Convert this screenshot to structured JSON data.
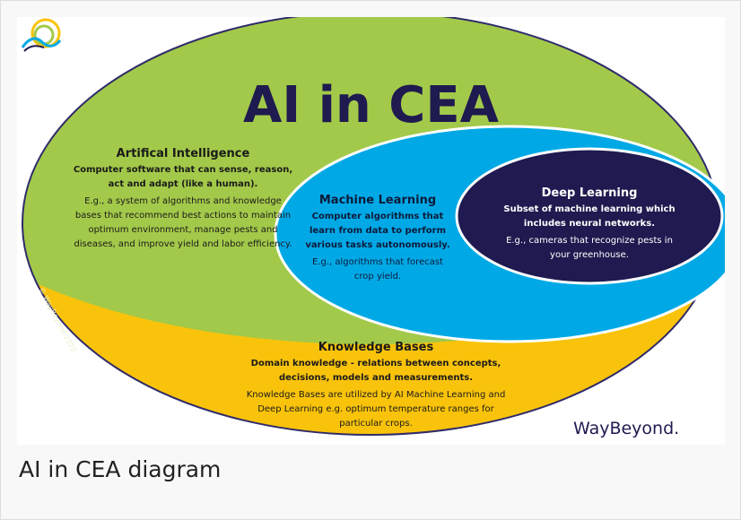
{
  "title": "AI in CEA",
  "caption": "AI in CEA diagram",
  "colors": {
    "outer_border": "#2e2b6a",
    "ai_green": "#a3c94a",
    "kb_yellow": "#f9c30b",
    "ml_blue": "#00a9e6",
    "dl_navy": "#1f1a4f",
    "title_navy": "#1f1a4f"
  },
  "ai": {
    "heading": "Artifical Intelligence",
    "definition": "Computer software that can sense, reason, act and adapt (like a human).",
    "example": "E.g., a system of algorithms and knowledge bases that recommend best actions to maintain optimum environment, manage pests and diseases, and improve yield and labor efficiency."
  },
  "ml": {
    "heading": "Machine Learning",
    "definition": "Computer algorithms that learn from data to perform various tasks autonomously.",
    "example": "E.g., algorithms that forecast crop yield."
  },
  "dl": {
    "heading": "Deep Learning",
    "definition": "Subset of machine learning which includes neural networks.",
    "example": "E.g., cameras that recognize pests in your greenhouse."
  },
  "kb": {
    "heading": "Knowledge Bases",
    "definition": "Domain knowledge - relations between concepts, decisions, models and measurements.",
    "example": "Knowledge Bases are utilized by AI Machine Learning and Deep Learning e.g. optimum temperature ranges for particular crops."
  },
  "copyright": "© WayBeyond 2022",
  "logo": {
    "text": "WayBeyond.",
    "icon": "infinity-swirl-icon"
  }
}
